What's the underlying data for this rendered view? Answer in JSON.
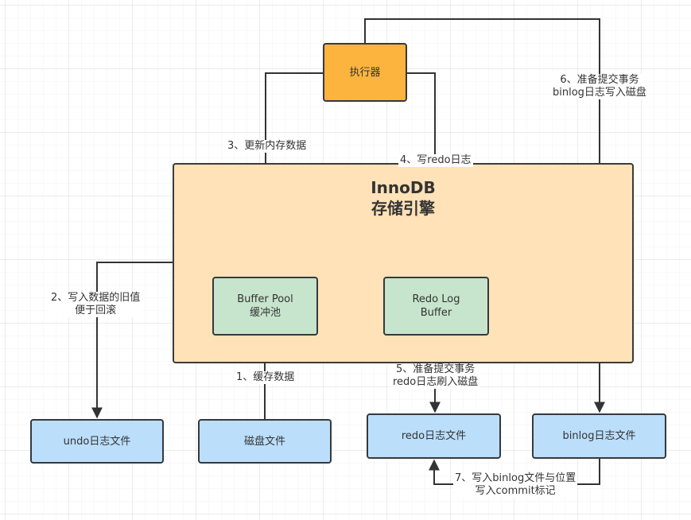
{
  "engine": {
    "title_line1": "InnoDB",
    "title_line2": "存储引擎"
  },
  "nodes": {
    "executor": "执行器",
    "buffer_pool": [
      "Buffer Pool",
      "缓冲池"
    ],
    "redo_log_buffer": [
      "Redo Log",
      "Buffer"
    ],
    "undo_file": "undo日志文件",
    "disk_file": "磁盘文件",
    "redo_file": "redo日志文件",
    "binlog_file": "binlog日志文件"
  },
  "steps": {
    "step1": "1、缓存数据",
    "step2": [
      "2、写入数据的旧值",
      "便于回滚"
    ],
    "step3": "3、更新内存数据",
    "step4": "4、写redo日志",
    "step5": [
      "5、准备提交事务",
      "redo日志刷入磁盘"
    ],
    "step6": [
      "6、准备提交事务",
      "binlog日志写入磁盘"
    ],
    "step7": [
      "7、写入binlog文件与位置",
      "写入commit标记"
    ]
  },
  "colors": {
    "executor": "#fdb43f",
    "engine": "#ffe2b7",
    "buffer": "#c6e5cc",
    "file": "#bbdefb",
    "line": "#333333"
  }
}
